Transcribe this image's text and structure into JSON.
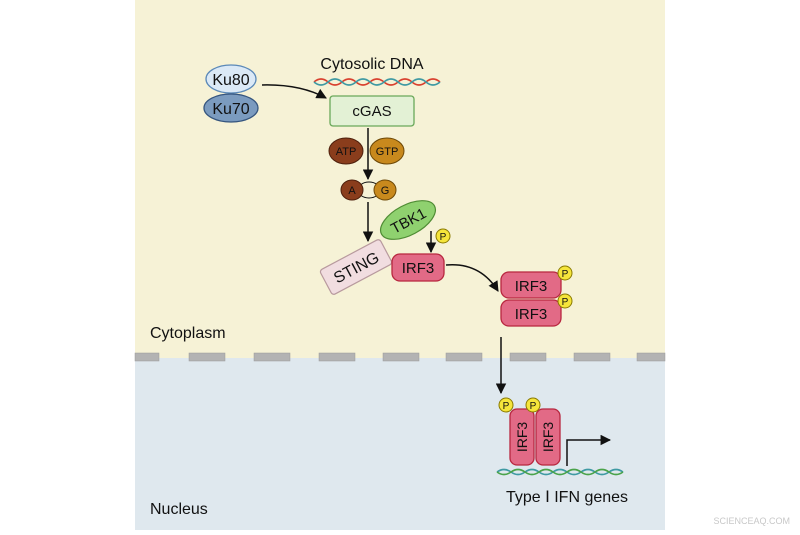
{
  "labels": {
    "cytosolic_dna": "Cytosolic DNA",
    "ku80": "Ku80",
    "ku70": "Ku70",
    "cgas": "cGAS",
    "atp": "ATP",
    "gtp": "GTP",
    "a": "A",
    "g": "G",
    "tbk1": "TBK1",
    "sting": "STING",
    "irf3": "IRF3",
    "p": "P",
    "cytoplasm": "Cytoplasm",
    "nucleus": "Nucleus",
    "genes": "Type Ⅰ IFN genes",
    "watermark": "SCIENCEAQ.COM"
  },
  "colors": {
    "cytoplasm_bg": "#f6f2d6",
    "nucleus_bg": "#dfe8ee",
    "membrane": "#b3b3b3",
    "irf3_fill": "#e26a86",
    "irf3_stroke": "#b8273f",
    "phospho_fill": "#f5e53b",
    "cgas_fill": "#e3f1d5",
    "cgas_stroke": "#6aa85a",
    "tbk1_fill": "#8fd16f",
    "sting_fill": "#f1dde0",
    "ku80_fill": "#dbe9f6",
    "ku70_fill": "#7b9bbf",
    "atp_fill": "#8a3d1c",
    "gtp_fill": "#c8891d",
    "dna_red": "#d9412f",
    "dna_teal": "#3f9aa3",
    "dna_green": "#4aa34a"
  }
}
